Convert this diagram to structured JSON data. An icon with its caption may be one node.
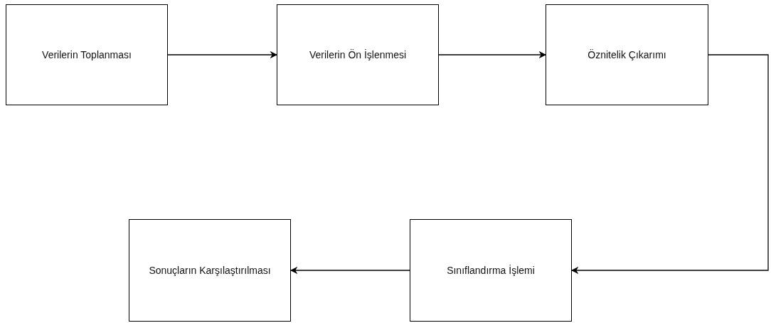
{
  "diagram": {
    "nodes": [
      {
        "text": [
          "Verilerin Toplanması"
        ]
      },
      {
        "text": [
          "Verilerin Ön İşlenmesi"
        ]
      },
      {
        "text": [
          "Öznitelik Çıkarımı"
        ]
      },
      {
        "text": [
          "Sınıflandırma İşlemi"
        ]
      },
      {
        "text": [
          "Sonuçların Karşılaştırılması"
        ]
      }
    ],
    "edges": [
      {
        "from": 0,
        "to": 1,
        "arrow": "to"
      },
      {
        "from": 1,
        "to": 2,
        "arrow": "to"
      },
      {
        "from": 2,
        "to": 3,
        "arrow": "to"
      },
      {
        "from": 3,
        "to": 4,
        "arrow": "to"
      }
    ]
  }
}
